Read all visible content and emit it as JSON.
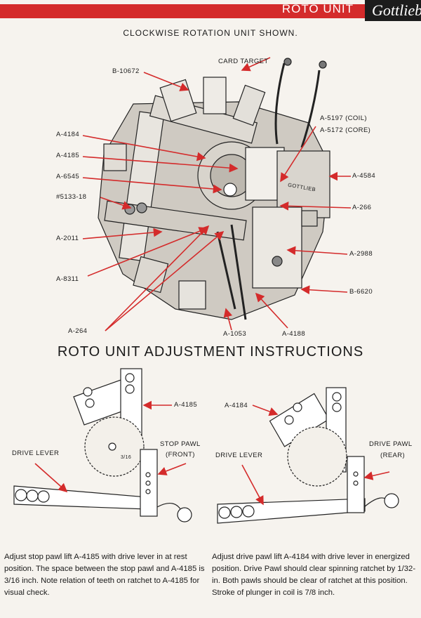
{
  "header": {
    "title": "ROTO UNIT",
    "brand": "Gottlieb"
  },
  "diagram": {
    "caption": "CLOCKWISE ROTATION UNIT SHOWN.",
    "labels": {
      "card_target": "CARD TARGET",
      "b10672": "B-10672",
      "a5197": "A-5197 (COIL)",
      "a5172": "A-5172 (CORE)",
      "a4184": "A-4184",
      "a4185": "A-4185",
      "a6545": "A-6545",
      "s5133": "#5133-18",
      "a2011": "A-2011",
      "a8311": "A-8311",
      "a264": "A-264",
      "a1053": "A-1053",
      "a4188": "A-4188",
      "a4584": "A-4584",
      "a266": "A-266",
      "a2988": "A-2988",
      "b6620": "B-6620",
      "gottlieb_plate": "GOTTLIEB"
    }
  },
  "adjustment": {
    "title": "ROTO UNIT ADJUSTMENT INSTRUCTIONS",
    "left": {
      "part_label": "A-4185",
      "stop_pawl": "STOP PAWL",
      "stop_pawl_pos": "(FRONT)",
      "drive_lever": "DRIVE LEVER",
      "gap": "3/16"
    },
    "right": {
      "part_label": "A-4184",
      "drive_pawl": "DRIVE PAWL",
      "drive_pawl_pos": "(REAR)",
      "drive_lever": "DRIVE LEVER"
    },
    "text_left": "Adjust stop pawl lift A-4185 with drive lever in at rest position. The space between the stop pawl and A-4185 is 3/16 inch. Note relation of teeth on ratchet to A-4185 for visual check.",
    "text_right": "Adjust drive pawl lift A-4184 with drive lever in energized position. Drive Pawl should clear spinning ratchet by 1/32-in. Both pawls should be clear of ratchet at this position. Stroke of plunger in coil is 7/8 inch."
  },
  "colors": {
    "accent": "#d42b2b",
    "ink": "#1a1a1a",
    "paper": "#f6f3ee"
  }
}
